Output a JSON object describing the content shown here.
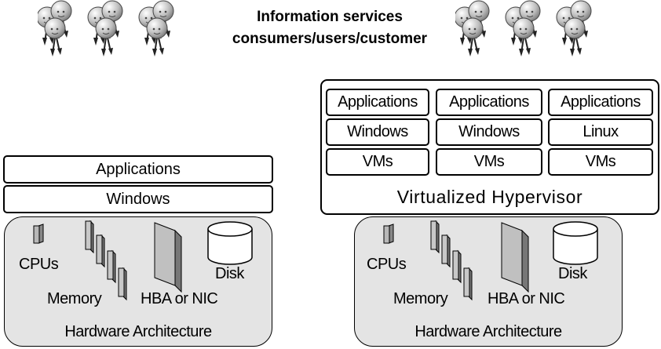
{
  "header": {
    "line1": "Information services",
    "line2": "consumers/users/customer"
  },
  "icons": {
    "user_group": "balloon-people-icon",
    "cpu": "cpu-chip-icon",
    "memory": "memory-modules-icon",
    "hba": "hba-card-icon",
    "disk": "disk-cylinder-icon"
  },
  "left_stack": {
    "applications": "Applications",
    "os": "Windows",
    "hardware": {
      "cpus": "CPUs",
      "memory": "Memory",
      "hba": "HBA or NIC",
      "disk": "Disk",
      "title": "Hardware Architecture"
    }
  },
  "right_stack": {
    "vm_columns": [
      {
        "applications": "Applications",
        "os": "Windows",
        "vm": "VMs"
      },
      {
        "applications": "Applications",
        "os": "Windows",
        "vm": "VMs"
      },
      {
        "applications": "Applications",
        "os": "Linux",
        "vm": "VMs"
      }
    ],
    "hypervisor": "Virtualized Hypervisor",
    "hardware": {
      "cpus": "CPUs",
      "memory": "Memory",
      "hba": "HBA or NIC",
      "disk": "Disk",
      "title": "Hardware Architecture"
    }
  }
}
